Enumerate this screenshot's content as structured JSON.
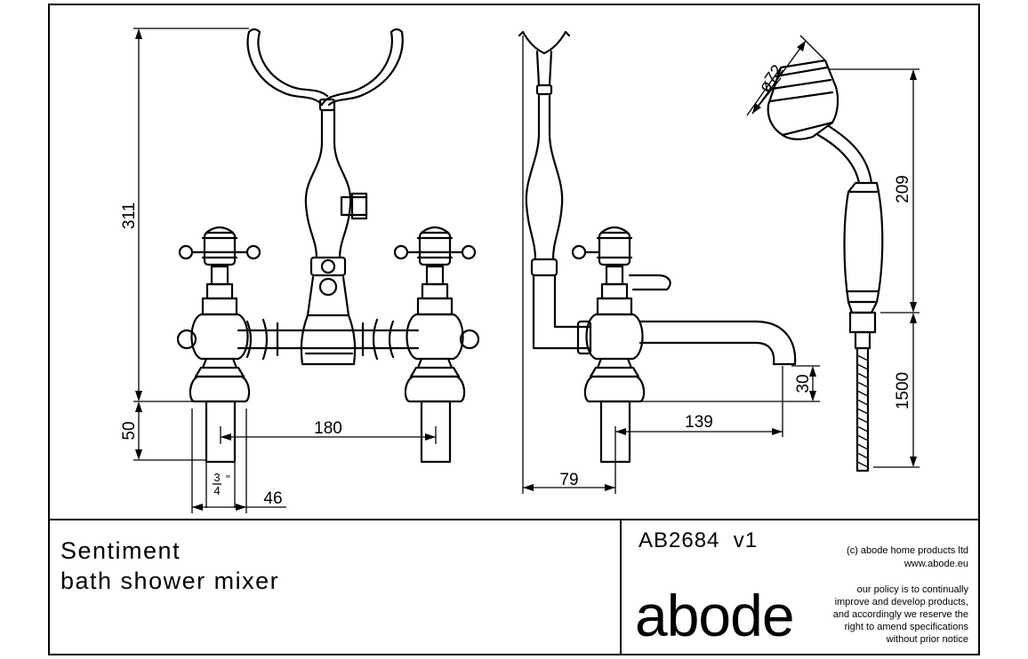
{
  "drawing": {
    "dimensions": {
      "height_total": "311",
      "height_tail": "50",
      "tap_centres": "180",
      "tail_size_top": "3",
      "tail_size_bottom": "4",
      "tail_size_unit": "\"",
      "tail_width": "46",
      "side_depth": "79",
      "spout_projection": "139",
      "spout_height": "30",
      "handset_diameter": "ø72",
      "handset_length": "209",
      "hose_length": "1500"
    }
  },
  "title_block": {
    "product_line1": "Sentiment",
    "product_line2": "bath shower mixer",
    "code": "AB2684  v1",
    "brand": "abode",
    "copyright": "(c) abode home products ltd",
    "website": "www.abode.eu",
    "policy": [
      "our policy is to continually",
      "improve and develop products,",
      "and accordingly we reserve the",
      "right to amend specifications",
      "without prior notice"
    ]
  }
}
